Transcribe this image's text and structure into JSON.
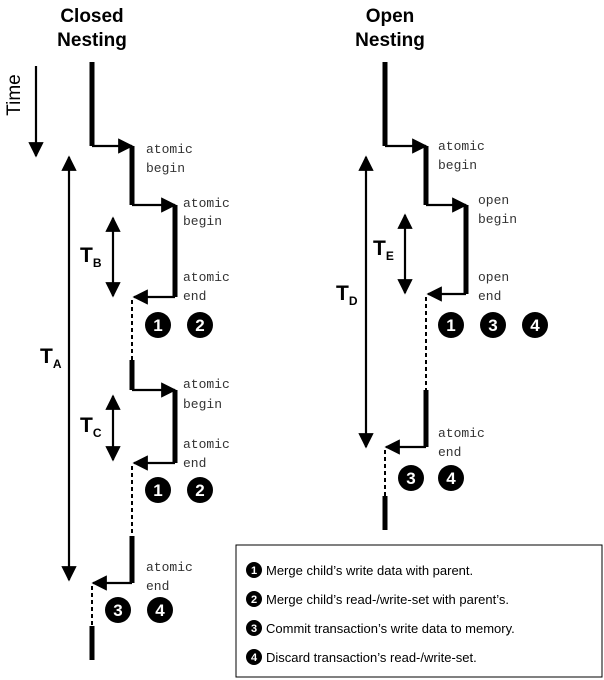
{
  "headers": {
    "closed_line1": "Closed",
    "closed_line2": "Nesting",
    "open_line1": "Open",
    "open_line2": "Nesting"
  },
  "time_label": "Time",
  "closed": {
    "labels": {
      "atomic_begin_1_a": "atomic",
      "atomic_begin_1_b": "begin",
      "atomic_begin_2_a": "atomic",
      "atomic_begin_2_b": "begin",
      "atomic_end_2_a": "atomic",
      "atomic_end_2_b": "end",
      "atomic_begin_3_a": "atomic",
      "atomic_begin_3_b": "begin",
      "atomic_end_3_a": "atomic",
      "atomic_end_3_b": "end",
      "atomic_end_1_a": "atomic",
      "atomic_end_1_b": "end"
    },
    "spans": {
      "ta_main": "T",
      "ta_sub": "A",
      "tb_main": "T",
      "tb_sub": "B",
      "tc_main": "T",
      "tc_sub": "C"
    }
  },
  "open": {
    "labels": {
      "atomic_begin_a": "atomic",
      "atomic_begin_b": "begin",
      "open_begin_a": "open",
      "open_begin_b": "begin",
      "open_end_a": "open",
      "open_end_b": "end",
      "atomic_end_a": "atomic",
      "atomic_end_b": "end"
    },
    "spans": {
      "td_main": "T",
      "td_sub": "D",
      "te_main": "T",
      "te_sub": "E"
    }
  },
  "badges": {
    "one": "1",
    "two": "2",
    "three": "3",
    "four": "4"
  },
  "legend": [
    {
      "num": "1",
      "text": "Merge child’s write data with parent."
    },
    {
      "num": "2",
      "text": "Merge child’s read-/write-set with parent’s."
    },
    {
      "num": "3",
      "text": "Commit transaction’s write data to memory."
    },
    {
      "num": "4",
      "text": "Discard transaction’s read-/write-set."
    }
  ]
}
